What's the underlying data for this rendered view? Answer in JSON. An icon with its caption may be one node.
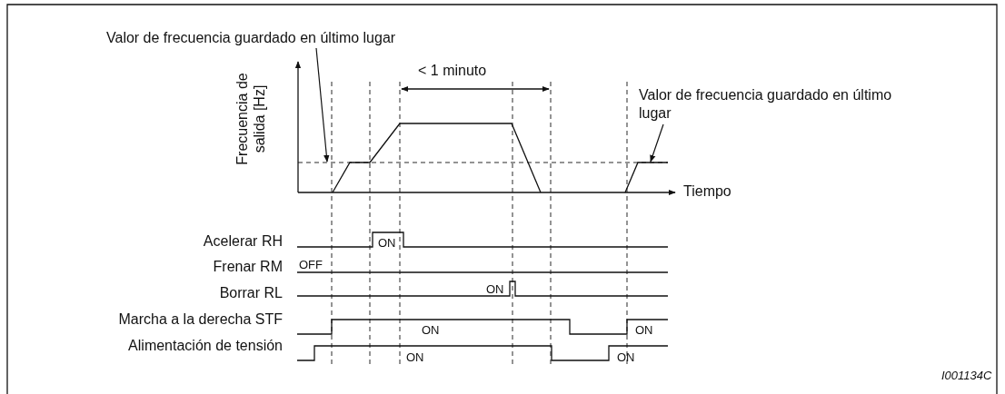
{
  "diagram": {
    "nodes": [
      {
        "text": [
          "Valor de frecuencia guardado en último lugar"
        ]
      },
      {
        "text": [
          "Valor de frecuencia guardado en último lugar"
        ]
      },
      {
        "text": [],
        "shape": "line"
      }
    ],
    "edges": [
      {
        "from": 0,
        "to": 2,
        "arrow": "to"
      },
      {
        "from": 1,
        "to": 2,
        "arrow": "to"
      }
    ],
    "labels": [
      "< 1 minuto",
      "Frecuencia de salida [Hz]",
      "Tiempo",
      "Acelerar RH",
      "ON",
      "Frenar RM",
      "OFF",
      "ON",
      "Borrar RL",
      "Marcha a la derecha STF",
      "ON",
      "ON",
      "Alimentación de tensión",
      "ON",
      "ON",
      "I001134C"
    ]
  }
}
